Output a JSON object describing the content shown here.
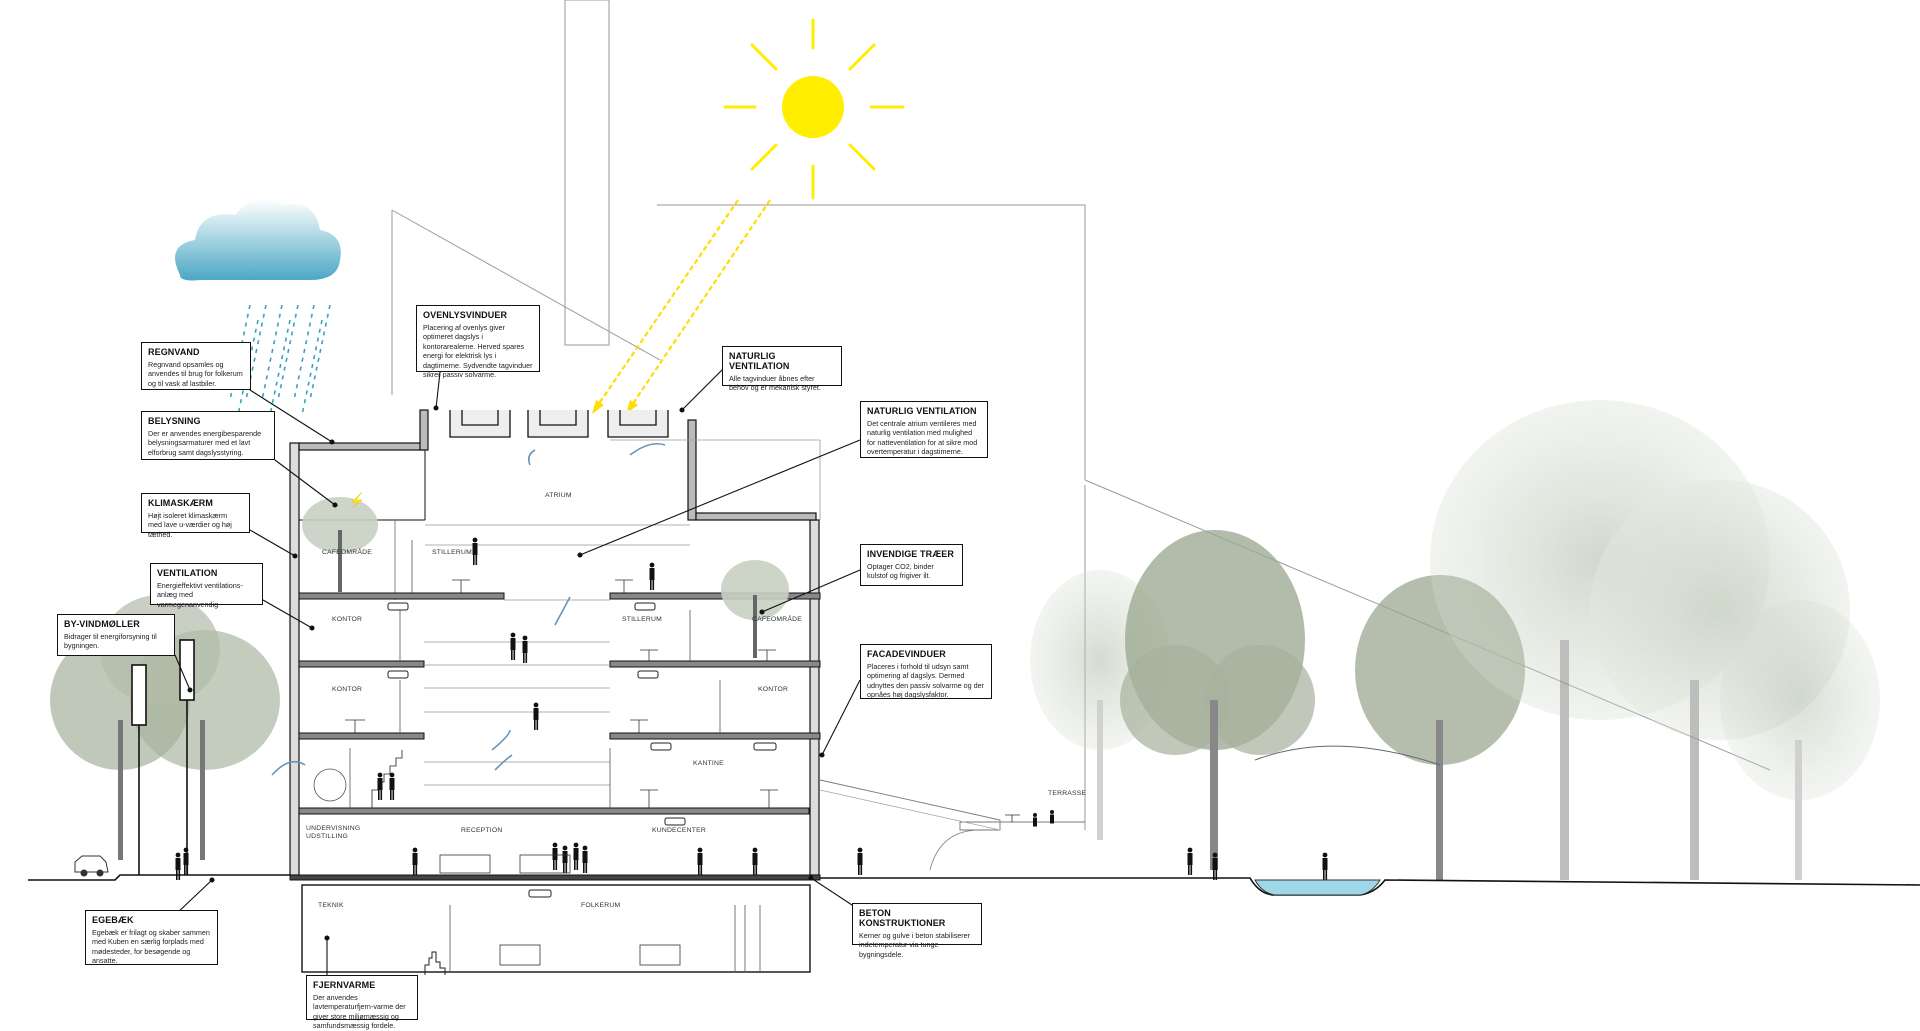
{
  "annotations": {
    "regnvand": {
      "title": "REGNVAND",
      "text": "Regnvand opsamles og anvendes til brug for folkerum og til vask af lastbiler."
    },
    "belysning": {
      "title": "BELYSNING",
      "text": "Der er anvendes energibesparende belysningsarmaturer med et lavt elforbrug samt dagslysstyring."
    },
    "klimaskaerm": {
      "title": "KLIMASKÆRM",
      "text": "Højt isoleret klimaskærm med lave u-værdier og høj tæthed."
    },
    "ventilation": {
      "title": "VENTILATION",
      "text": "Energieffektivt ventilations-anlæg med varmegenanvendig"
    },
    "by_vindmoller": {
      "title": "BY-VINDMØLLER",
      "text": "Bidrager til energiforsyning til bygningen."
    },
    "egebaek": {
      "title": "EGEBÆK",
      "text": "Egebæk er frilagt og skaber sammen med Kuben en særlig forplads med mødesteder, for besøgende og ansatte."
    },
    "fjernvarme": {
      "title": "FJERNVARME",
      "text": "Der anvendes lavtemperaturfjern-varme der giver store miljømæssig og samfundsmæssig fordele."
    },
    "ovenlysvinduer": {
      "title": "OVENLYSVINDUER",
      "text": "Placering af ovenlys giver optimeret dagslys i kontorarealerne. Herved spares energi for elektrisk lys i dagtimerne. Sydvendte tagvinduer sikrer passiv solvarme."
    },
    "naturlig_ventilation_1": {
      "title": "NATURLIG VENTILATION",
      "text": "Alle tagvinduer åbnes efter behov og er mekanisk styret."
    },
    "naturlig_ventilation_2": {
      "title": "NATURLIG VENTILATION",
      "text": "Det centrale atrium ventileres med naturlig ventilation med mulighed for natteventilation for at sikre mod overtemperatur i dagstimerne."
    },
    "invendige_traeer": {
      "title": "INVENDIGE TRÆER",
      "text": "Optager CO2, binder kulstof og frigiver ilt."
    },
    "facadevinduer": {
      "title": "FACADEVINDUER",
      "text": "Placeres i forhold til udsyn samt optimering af dagslys. Dermed udnyttes den passiv solvarme og der opnåes høj dagslysfaktor."
    },
    "beton": {
      "title": "BETON KONSTRUKTIONER",
      "text": "Kerner og gulve i beton stabiliserer indetemperatur via tunge bygningsdele."
    }
  },
  "rooms": {
    "atrium": "ATRIUM",
    "cafeomraade_1": "CAFEOMRÅDE",
    "stillerum_1": "STILLERUM",
    "kontor_1": "KONTOR",
    "stillerum_2": "STILLERUM",
    "cafeomraade_2": "CAFEOMRÅDE",
    "kontor_2": "KONTOR",
    "kontor_3": "KONTOR",
    "kantine": "KANTINE",
    "undervisning": "UNDERVISNING UDSTILLING",
    "reception": "RECEPTION",
    "kundecenter": "KUNDECENTER",
    "teknik": "TEKNIK",
    "folkerum": "FOLKERUM",
    "terrasse": "TERRASSE"
  },
  "colors": {
    "sun": "#ffee00",
    "rain": "#3aa0c0",
    "cloud": "#5fb2c9",
    "water": "#9ed8e8",
    "tree": "#bfcab8",
    "line": "#111111"
  }
}
